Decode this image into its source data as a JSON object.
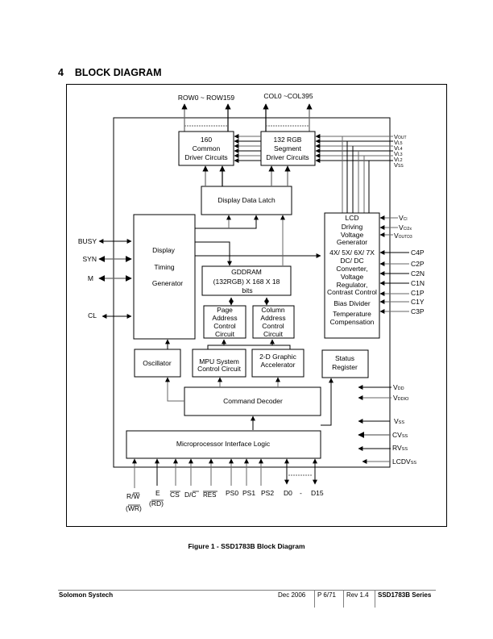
{
  "section": {
    "number": "4",
    "title": "BLOCK DIAGRAM"
  },
  "diagram": {
    "top_labels": {
      "rows": "ROW0 ~ ROW159",
      "cols": "COL0 ~COL395"
    },
    "blocks": {
      "common_driver": [
        "160",
        "Common",
        "Driver Circuits"
      ],
      "segment_driver": [
        "132 RGB",
        "Segment",
        "Driver Circuits"
      ],
      "display_data_latch": [
        "Display Data Latch"
      ],
      "display_timing": [
        "Display",
        "Timing",
        "Generator"
      ],
      "gddram": [
        "GDDRAM",
        "(132RGB) X 168 X 18",
        "bits"
      ],
      "page_address": [
        "Page",
        "Address",
        "Control",
        "Circuit"
      ],
      "column_address": [
        "Column",
        "Address",
        "Control",
        "Circuit"
      ],
      "oscillator": [
        "Oscillator"
      ],
      "mpu_system": [
        "MPU System",
        "Control Circuit"
      ],
      "graphic_accel": [
        "2-D Graphic",
        "Accelerator"
      ],
      "status_register": [
        "Status",
        "Register"
      ],
      "command_decoder": [
        "Command Decoder"
      ],
      "mpu_interface": [
        "Microprocessor Interface Logic"
      ],
      "lcd_voltage": [
        "LCD",
        "Driving",
        "Voltage",
        "Generator",
        "4X/ 5X/ 6X/ 7X",
        "DC/ DC",
        "Converter,",
        "Voltage",
        "Regulator,",
        "Contrast Control",
        "Bias Divider",
        "Temperature",
        "Compensation"
      ]
    },
    "left_pins": [
      "BUSY",
      "SYN",
      "M",
      "CL"
    ],
    "right_voltage_rails": [
      {
        "main": "V",
        "sub": "OUT"
      },
      {
        "main": "V",
        "sub": "L5"
      },
      {
        "main": "V",
        "sub": "L4"
      },
      {
        "main": "V",
        "sub": "L3"
      },
      {
        "main": "V",
        "sub": "L2"
      },
      {
        "main": "V",
        "sub": "SS"
      }
    ],
    "right_lcd_pins": [
      {
        "main": "V",
        "sub": "CI"
      },
      {
        "main": "V",
        "sub": "CI2x"
      },
      {
        "main": "V",
        "sub": "OUTD3"
      }
    ],
    "capacitor_pins": [
      "C4P",
      "C2P",
      "C2N",
      "C1N",
      "C1P",
      "C1Y",
      "C3P"
    ],
    "power_pins": [
      {
        "main": "V",
        "sub": "DD"
      },
      {
        "main": "V",
        "sub": "DDIO"
      },
      {
        "main": "V",
        "sub": "SS"
      },
      {
        "main": "CV",
        "sub": "SS"
      },
      {
        "main": "RV",
        "sub": "SS"
      },
      {
        "main": "LCDV",
        "sub": "SS"
      }
    ],
    "bottom_pins": {
      "rw": "R/W",
      "wr": "(WR)",
      "e": "E",
      "rd": "(RD)",
      "cs": "CS",
      "dc": "D/C",
      "res": "RES",
      "ps0": "PS0",
      "ps1": "PS1",
      "ps2": "PS2",
      "d0": "D0",
      "dash": "-",
      "d15": "D15"
    }
  },
  "caption": "Figure 1 - SSD1783B Block Diagram",
  "footer": {
    "company": "Solomon Systech",
    "date": "Dec 2006",
    "page": "P 6/71",
    "rev": "Rev 1.4",
    "series": "SSD1783B Series"
  }
}
